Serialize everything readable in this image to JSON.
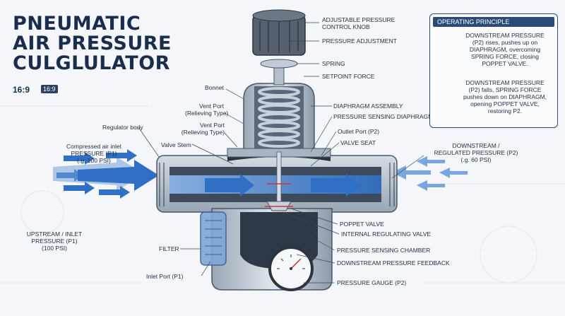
{
  "title": {
    "line1": "PNEUMATIC",
    "line2": "AIR PRESSURE",
    "line3": "CULGLULATOR"
  },
  "aspect": {
    "text": "16:9",
    "badge": "16:9"
  },
  "labels": {
    "knob": [
      "ADJUSTABLE PRESSURE",
      "CONTROL KNOB"
    ],
    "adjust": "PRESSURE ADJUSTMENT",
    "spring": "SPRING",
    "setpoint": "SETPOINT FORCE",
    "bonnet": "Bonnet",
    "vent1": [
      "Vent Port",
      "(Relieving Type)"
    ],
    "vent2": [
      "Vent Port",
      "(Relieving Type)"
    ],
    "diaphragm_assembly": "DIAPHRAGM ASSEMBLY",
    "sensing_diaphragm": "PRESSURE SENSING DIAPHRAGM",
    "outlet": "Outlet Port (P2)",
    "valve_seat": "VALVE SEAT",
    "regulator_body": "Regulator body",
    "valve_stem": "Valve Stem",
    "inlet": [
      "Compressed air inlet",
      "PRESSURE (P1)",
      "(.g. 100 PSI)"
    ],
    "downstream": [
      "DOWNSTREAM /",
      "REGULATED PRESSURE (P2)",
      "(.g. 60 PSI)"
    ],
    "upstream": [
      "UPSTREAM / INLET",
      "PRESSURE (P1)",
      "(100 PSI)"
    ],
    "filter": "FILTER",
    "inlet_port": "Inlet Port (P1)",
    "poppet": "POPPET VALVE",
    "internal_valve": "INTERNAL REGULATING VALVE",
    "sensing_chamber": "PRESSURE SENSING CHAMBER",
    "feedback": "DOWNSTREAM PRESSURE FEEDBACK",
    "gauge": "PRESSURE GAUGE (P2)"
  },
  "principle": {
    "heading": "OPERATING PRINCIPLE",
    "rise": [
      "DOWNSTREAM PRESSURE",
      "(P2) rises, pushes up on",
      "DIAPHRAGM, overcoming",
      "SPRING FORCE, closing",
      "POPPET VALVE."
    ],
    "fall": [
      "DOWNSTREAM PRESSURE",
      "(P2) falls, SPRING FORCE",
      "pushes down on DIAPHRAGM,",
      "opening POPPET VALVE,",
      "restoring P2."
    ]
  },
  "colors": {
    "accent": "#2c4a78",
    "flow": "#2f6fc4",
    "body": "#b9c3cf",
    "title": "#1b2d4d"
  }
}
